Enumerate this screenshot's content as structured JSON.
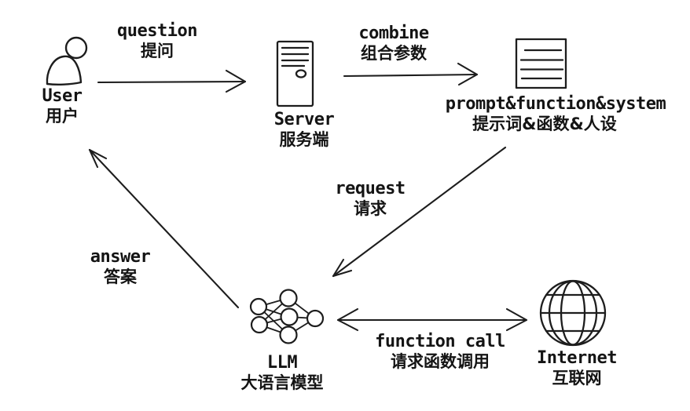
{
  "title": "LLM function call flow diagram",
  "colors": {
    "ink": "#1d1d1d",
    "background": "#ffffff"
  },
  "nodes": {
    "user": {
      "en": "User",
      "zh": "用户",
      "icon": "person-icon"
    },
    "server": {
      "en": "Server",
      "zh": "服务端",
      "icon": "server-tower-icon"
    },
    "prompt": {
      "en": "prompt&function&system",
      "zh": "提示词&函数&人设",
      "icon": "document-icon"
    },
    "llm": {
      "en": "LLM",
      "zh": "大语言模型",
      "icon": "neural-network-icon"
    },
    "internet": {
      "en": "Internet",
      "zh": "互联网",
      "icon": "globe-icon"
    }
  },
  "edges": {
    "question": {
      "en": "question",
      "zh": "提问",
      "from": "user",
      "to": "server",
      "bidirectional": false
    },
    "combine": {
      "en": "combine",
      "zh": "组合参数",
      "from": "server",
      "to": "prompt",
      "bidirectional": false
    },
    "request": {
      "en": "request",
      "zh": "请求",
      "from": "prompt",
      "to": "llm",
      "bidirectional": false
    },
    "answer": {
      "en": "answer",
      "zh": "答案",
      "from": "llm",
      "to": "user",
      "bidirectional": false
    },
    "function_call": {
      "en": "function call",
      "zh": "请求函数调用",
      "from": "llm",
      "to": "internet",
      "bidirectional": true
    }
  }
}
